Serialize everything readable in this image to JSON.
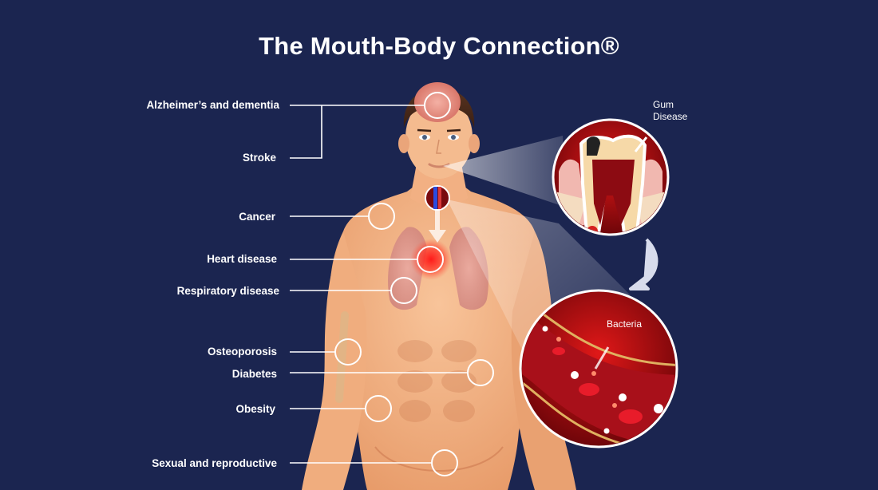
{
  "title": "The Mouth-Body Connection®",
  "colors": {
    "background": "#1b2550",
    "text": "#ffffff",
    "skin": "#f3b486",
    "highlight_red": "#e01818",
    "blood": "#8c0b12"
  },
  "conditions": [
    {
      "label": "Alzheimer’s and dementia",
      "target": "brain"
    },
    {
      "label": "Stroke",
      "target": "brain"
    },
    {
      "label": "Cancer",
      "target": "shoulder"
    },
    {
      "label": "Heart disease",
      "target": "heart"
    },
    {
      "label": "Respiratory disease",
      "target": "lungs"
    },
    {
      "label": "Osteoporosis",
      "target": "elbow"
    },
    {
      "label": "Diabetes",
      "target": "abdomen"
    },
    {
      "label": "Obesity",
      "target": "waist"
    },
    {
      "label": "Sexual and reproductive",
      "target": "pelvis"
    }
  ],
  "callouts": {
    "gum_disease": "Gum\nDisease",
    "gum_line1": "Gum",
    "gum_line2": "Disease",
    "bacteria": "Bacteria"
  }
}
